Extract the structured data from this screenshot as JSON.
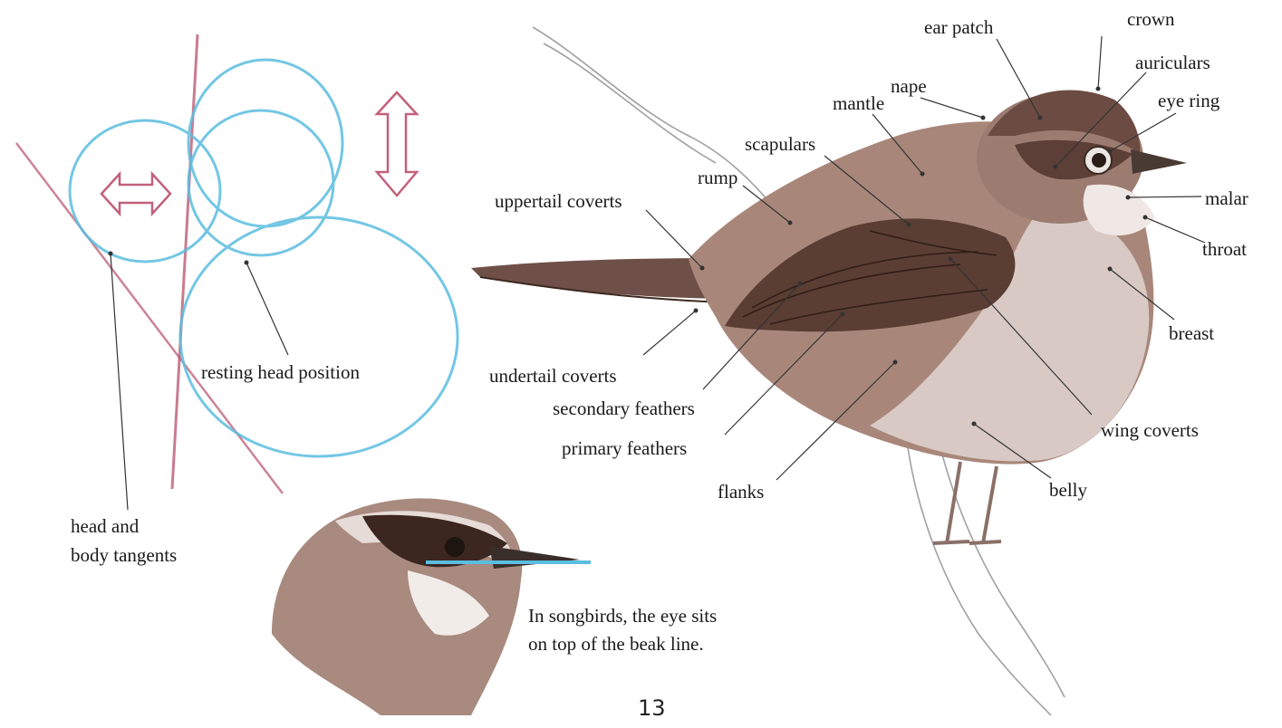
{
  "colors": {
    "sketch_blue": "#5bbde0",
    "sketch_red": "#b5506b",
    "bird_brown": "#8d6a5c",
    "bird_dark": "#4a3026",
    "bird_light": "#d8c9c4",
    "leader": "#333333"
  },
  "sketch": {
    "label_resting": "resting head position",
    "label_tangents_1": "head and",
    "label_tangents_2": "body tangents"
  },
  "anatomy": {
    "ear_patch": "ear patch",
    "crown": "crown",
    "auriculars": "auriculars",
    "nape": "nape",
    "eye_ring": "eye ring",
    "mantle": "mantle",
    "scapulars": "scapulars",
    "rump": "rump",
    "malar": "malar",
    "uppertail_coverts": "uppertail coverts",
    "throat": "throat",
    "breast": "breast",
    "undertail_coverts": "undertail coverts",
    "secondary_feathers": "secondary feathers",
    "primary_feathers": "primary feathers",
    "flanks": "flanks",
    "wing_coverts": "wing coverts",
    "belly": "belly"
  },
  "note": {
    "line1": "In songbirds, the eye sits",
    "line2": "on top of  the beak line."
  },
  "page_number": "13"
}
